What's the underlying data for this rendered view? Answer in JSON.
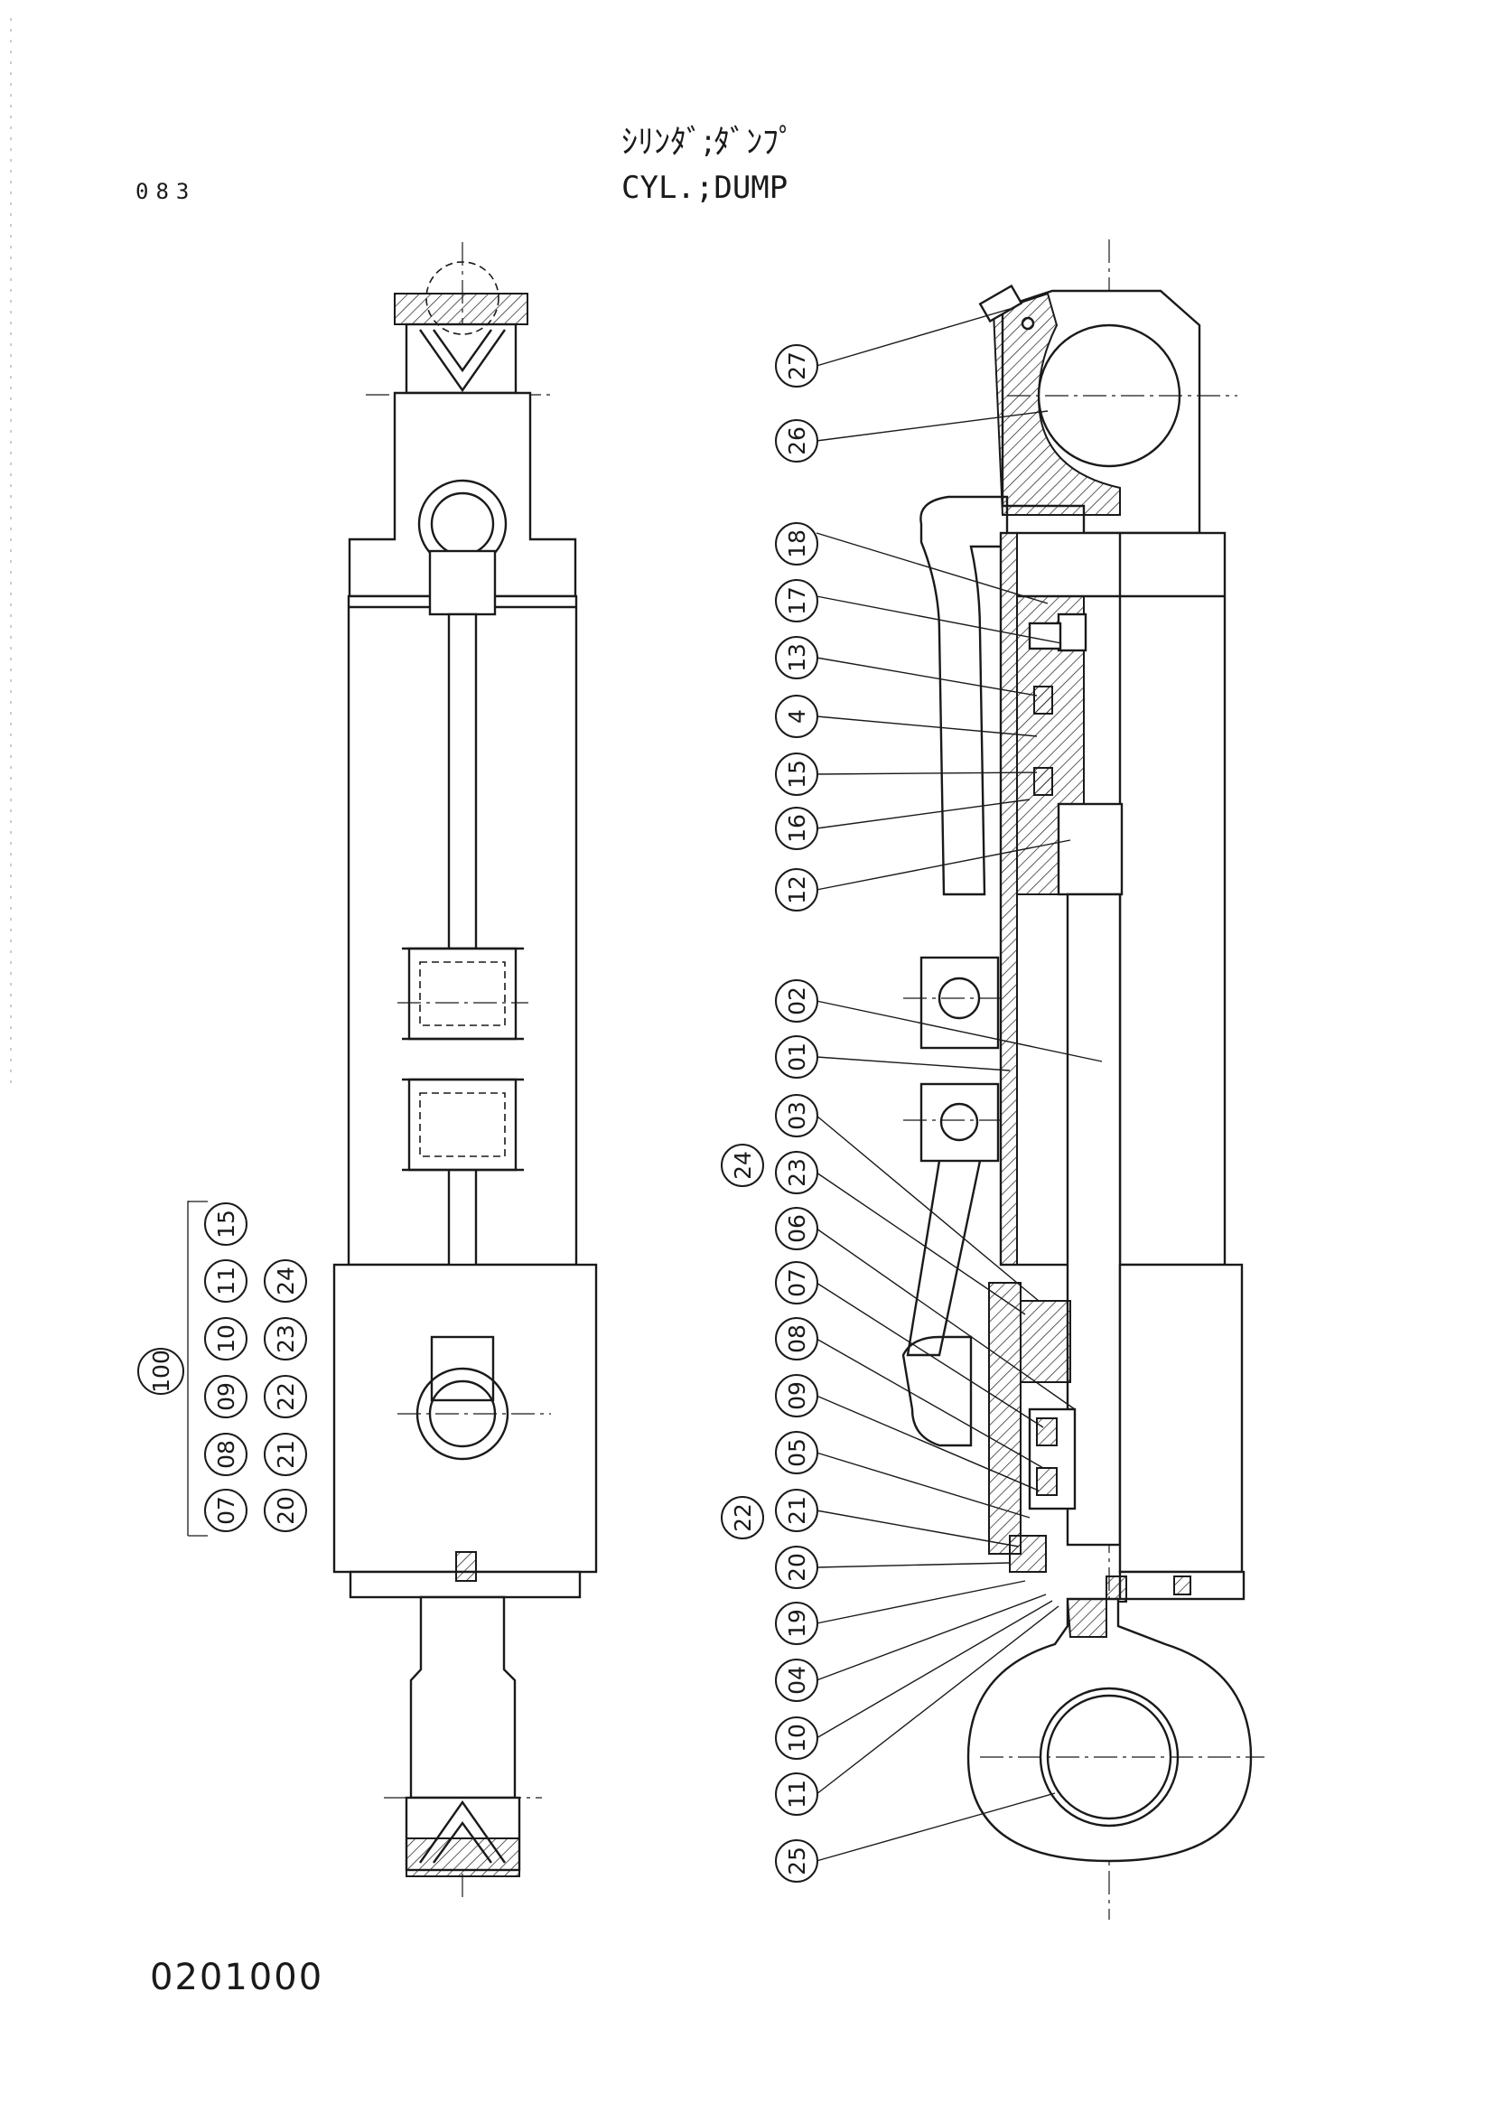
{
  "header": {
    "page_code": "083",
    "title_jp": "ｼﾘﾝﾀﾞ;ﾀﾞﾝﾌﾟ",
    "title_en": "CYL.;DUMP"
  },
  "footer": {
    "drawing_no": "0201000"
  },
  "colors": {
    "ink": "#1a1a1a",
    "paper": "#ffffff"
  },
  "parts_callouts": [
    "27",
    "26",
    "18",
    "17",
    "13",
    "4",
    "15",
    "16",
    "12",
    "02",
    "01",
    "03",
    "23",
    "24",
    "06",
    "07",
    "08",
    "09",
    "05",
    "21",
    "22",
    "20",
    "19",
    "04",
    "10",
    "11",
    "25"
  ],
  "assembly_group": {
    "number": "100",
    "row_a": [
      "07",
      "08",
      "09",
      "10",
      "11",
      "15"
    ],
    "row_b": [
      "20",
      "21",
      "22",
      "23",
      "24"
    ]
  }
}
